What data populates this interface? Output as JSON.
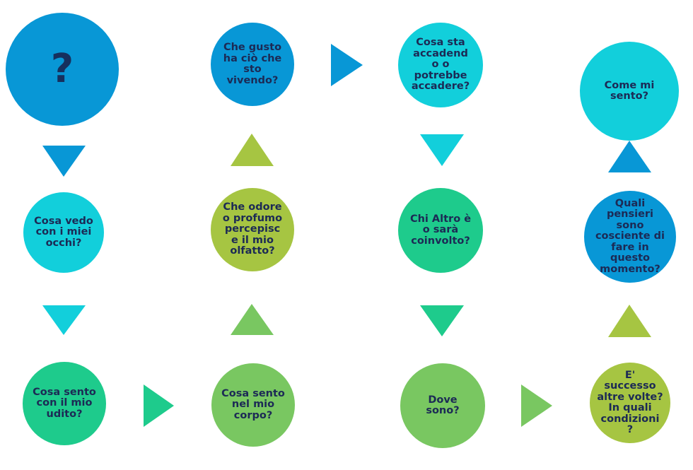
{
  "colors": {
    "blue": "#0897d6",
    "cyan": "#12cfdb",
    "teal": "#1ecb8c",
    "green": "#79c761",
    "olive": "#a6c542",
    "text": "#1c2a55"
  },
  "nodes": {
    "start": "?",
    "vision": "Cosa vedo\ncon i miei\nocchi?",
    "hearing": "Cosa sento\ncon il mio\nudito?",
    "body": "Cosa sento\nnel mio\ncorpo?",
    "smell": "Che odore\no profumo\npercepisc\ne il mio\nolfatto?",
    "taste": "Che gusto\nha ciò che\nsto\nvivendo?",
    "events": "Cosa sta\naccadend\no o\npotrebbe\naccadere?",
    "others": "Chi Altro è\no sarà\ncoinvolto?",
    "place": "Dove\nsono?",
    "past": "E'\nsuccesso\naltre volte?\nIn quali\ncondizioni\n?",
    "thoughts": "Quali\npensieri\nsono\ncosciente di\nfare in\nquesto\nmomento?",
    "feeling": "Come mi\nsento?"
  }
}
